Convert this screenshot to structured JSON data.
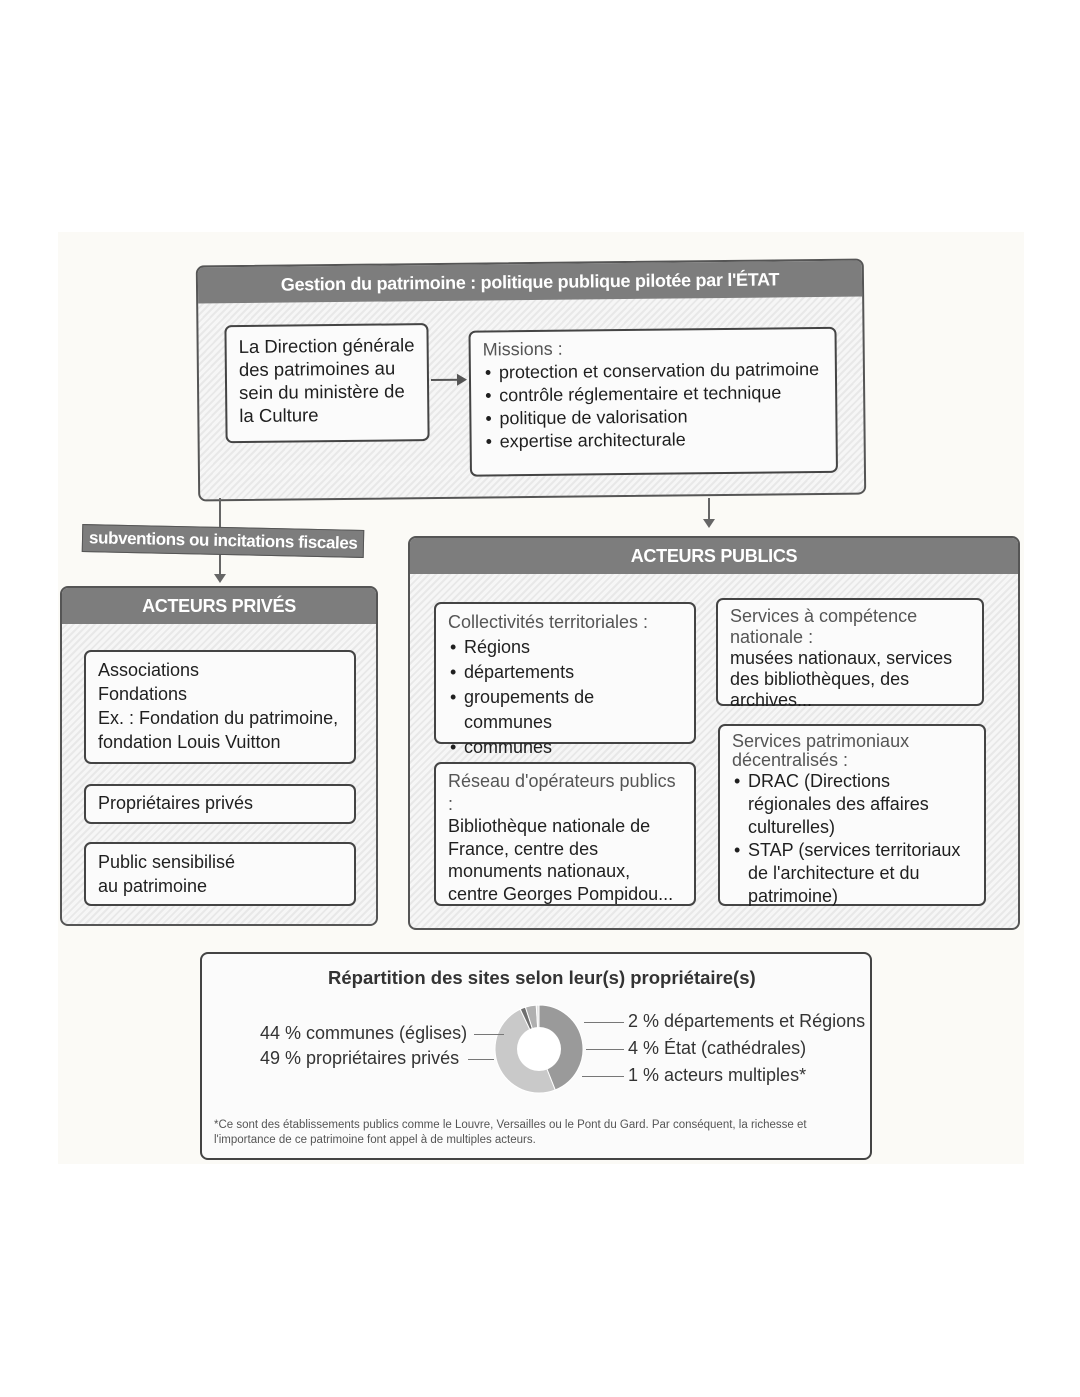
{
  "state": {
    "title": "Gestion du patrimoine : politique publique pilotée par l'ÉTAT",
    "direction": "La Direction générale des patrimoines au sein du ministère de la Culture",
    "missions_label": "Missions :",
    "missions": [
      "protection et conservation du patrimoine",
      "contrôle réglementaire et technique",
      "politique de valorisation",
      "expertise architecturale"
    ]
  },
  "funding_tag": "subventions ou incitations fiscales",
  "private": {
    "title": "ACTEURS PRIVÉS",
    "card1": [
      "Associations",
      "Fondations",
      "Ex. : Fondation du patrimoine,",
      "fondation Louis Vuitton"
    ],
    "card2": "Propriétaires privés",
    "card3": [
      "Public sensibilisé",
      "au patrimoine"
    ]
  },
  "public": {
    "title": "ACTEURS PUBLICS",
    "collectivites_label": "Collectivités territoriales :",
    "collectivites": [
      "Régions",
      "départements",
      "groupements de communes",
      "communes"
    ],
    "national_label": "Services à compétence nationale :",
    "national_text": "musées nationaux, services des bibliothèques, des archives...",
    "reseau_label": "Réseau d'opérateurs publics :",
    "reseau_text": "Bibliothèque nationale de France, centre des monuments nationaux, centre Georges Pompidou...",
    "decentral_label": "Services patrimoniaux décentralisés :",
    "decentral_items": [
      "DRAC (Directions régionales des affaires culturelles)",
      "STAP (services territoriaux de l'architecture et du patrimoine)"
    ]
  },
  "repartition": {
    "title": "Répartition des sites selon leur(s) propriétaire(s)",
    "left_legend": [
      "44 % communes (églises)",
      "49 % propriétaires privés"
    ],
    "right_legend": [
      "2 % départements et Régions",
      "4 % État (cathédrales)",
      "1 % acteurs multiples*"
    ],
    "footnote": "*Ce sont des établissements publics comme le Louvre, Versailles ou le Pont du Gard. Par conséquent, la richesse et l'importance de ce patrimoine font appel à de multiples acteurs."
  },
  "chart_data": {
    "type": "pie",
    "categories": [
      "communes (églises)",
      "propriétaires privés",
      "départements et Régions",
      "État (cathédrales)",
      "acteurs multiples*"
    ],
    "values": [
      44,
      49,
      2,
      4,
      1
    ],
    "colors": [
      "#9a9a9a",
      "#c9c9c9",
      "#6f6f6f",
      "#b0b0b0",
      "#e2e2e2"
    ]
  }
}
